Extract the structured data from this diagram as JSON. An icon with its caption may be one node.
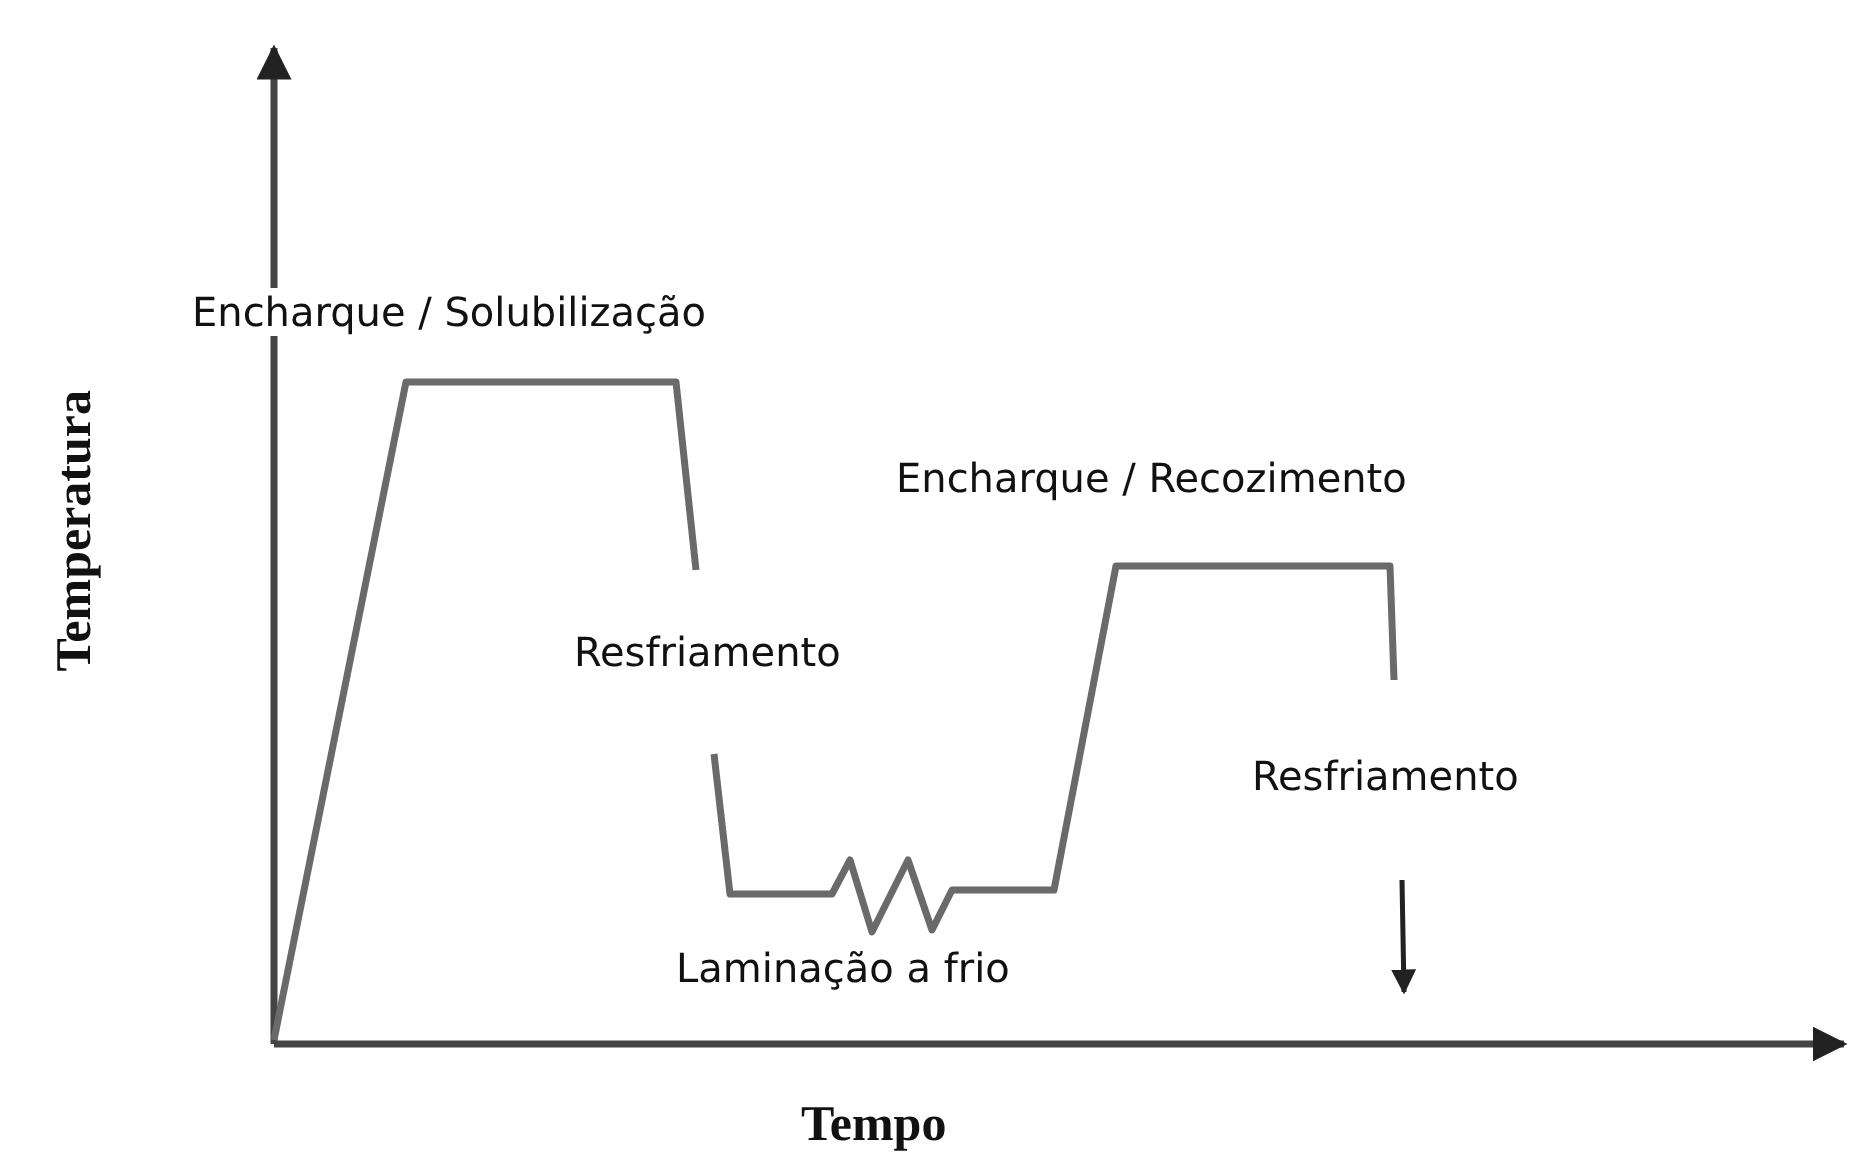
{
  "diagram": {
    "labels": [
      "Encharque / Solubilização",
      "Encharque / Recozimento",
      "Resfriamento",
      "Resfriamento",
      "Laminação a frio",
      "Temperatura",
      "Tempo"
    ]
  }
}
